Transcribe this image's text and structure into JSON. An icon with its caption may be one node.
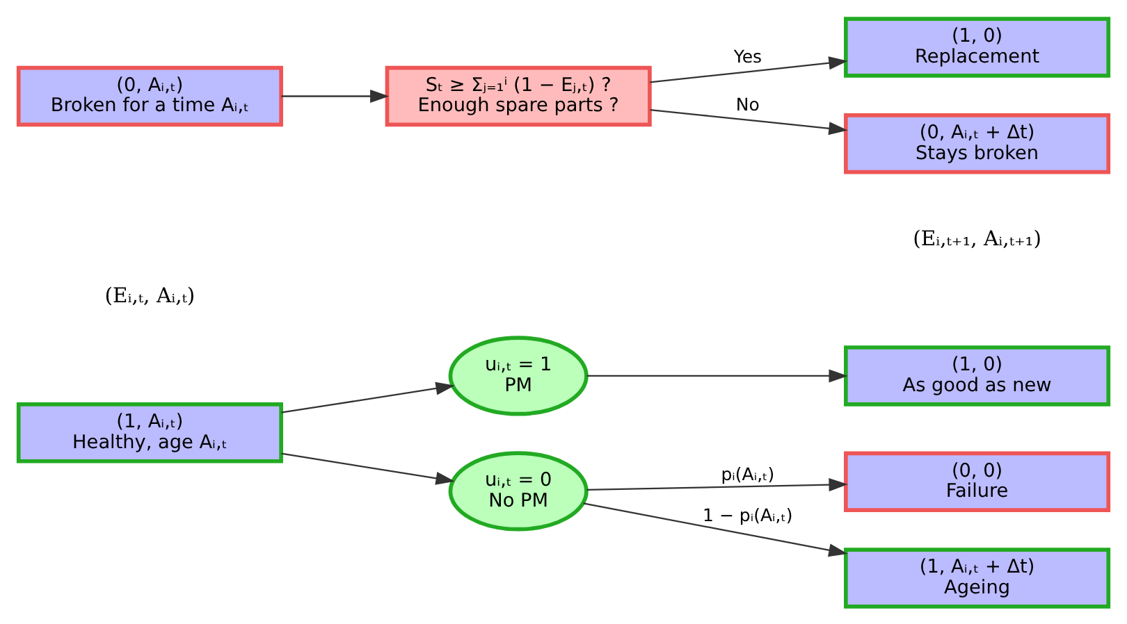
{
  "diagram": {
    "nodes": [
      {
        "text": [
          "(1, Aᵢ,ₜ)",
          "Healthy, age Aᵢ,ₜ"
        ]
      },
      {
        "text": [
          "uᵢ,ₜ = 1",
          "PM"
        ]
      },
      {
        "text": [
          "uᵢ,ₜ = 0",
          "No PM"
        ]
      },
      {
        "text": [
          "(1, 0)",
          "As good as new"
        ]
      },
      {
        "text": [
          "(1, Aᵢ,ₜ + Δt)",
          "Ageing"
        ]
      },
      {
        "text": [
          "(0, 0)",
          "Failure"
        ]
      },
      {
        "text": [
          "(0, Aᵢ,ₜ)",
          "Broken for a time Aᵢ,ₜ"
        ]
      },
      {
        "text": [
          "Sₜ ≥ Σⱼ₌₁ⁱ (1 − Eⱼ,ₜ) ?",
          "Enough spare parts ?"
        ]
      },
      {
        "text": [
          "(1, 0)",
          "Replacement"
        ]
      },
      {
        "text": [
          "(0, Aᵢ,ₜ + Δt)",
          "Stays broken"
        ]
      }
    ],
    "edges": [
      {
        "from": 0,
        "to": 1,
        "arrow": "to"
      },
      {
        "from": 0,
        "to": 2,
        "arrow": "to"
      },
      {
        "from": 1,
        "to": 3,
        "arrow": "to"
      },
      {
        "from": 2,
        "to": 4,
        "arrow": "to",
        "label": "1 − pᵢ(Aᵢ,ₜ)"
      },
      {
        "from": 2,
        "to": 5,
        "arrow": "to",
        "label": "pᵢ(Aᵢ,ₜ)"
      },
      {
        "from": 6,
        "to": 7,
        "arrow": "to"
      },
      {
        "from": 7,
        "to": 8,
        "arrow": "to",
        "label": "Yes"
      },
      {
        "from": 7,
        "to": 9,
        "arrow": "to",
        "label": "No"
      }
    ],
    "labels": [
      "(Eᵢ,ₜ, Aᵢ,ₜ)",
      "(Eᵢ,ₜ₊₁, Aᵢ,ₜ₊₁)"
    ]
  }
}
